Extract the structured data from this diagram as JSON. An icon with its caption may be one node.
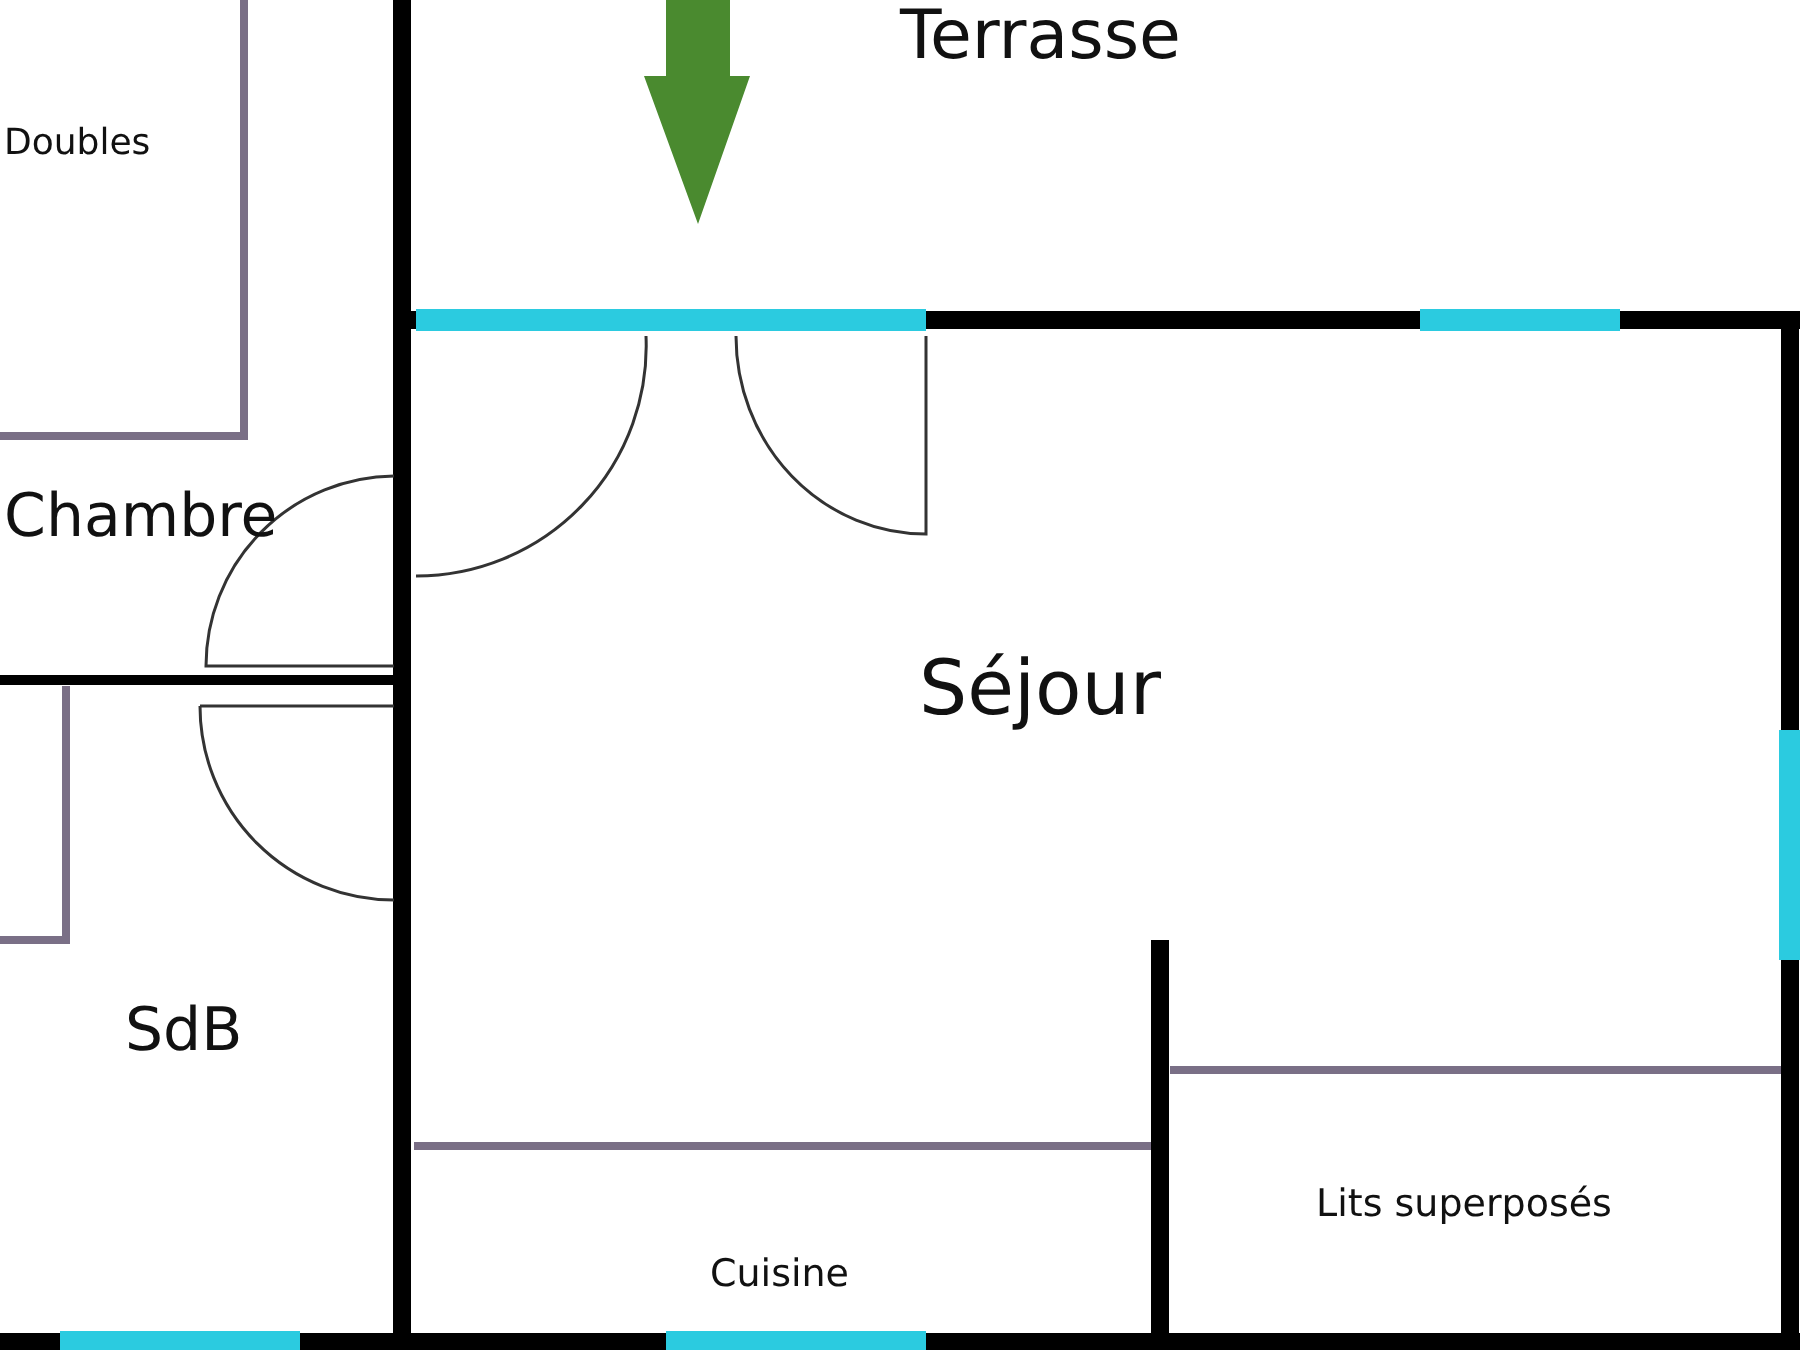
{
  "diagram": {
    "labels": [
      "Terrasse",
      "Doubles",
      "Chambre",
      "Séjour",
      "SdB",
      "Lits superposés",
      "Cuisine"
    ]
  }
}
